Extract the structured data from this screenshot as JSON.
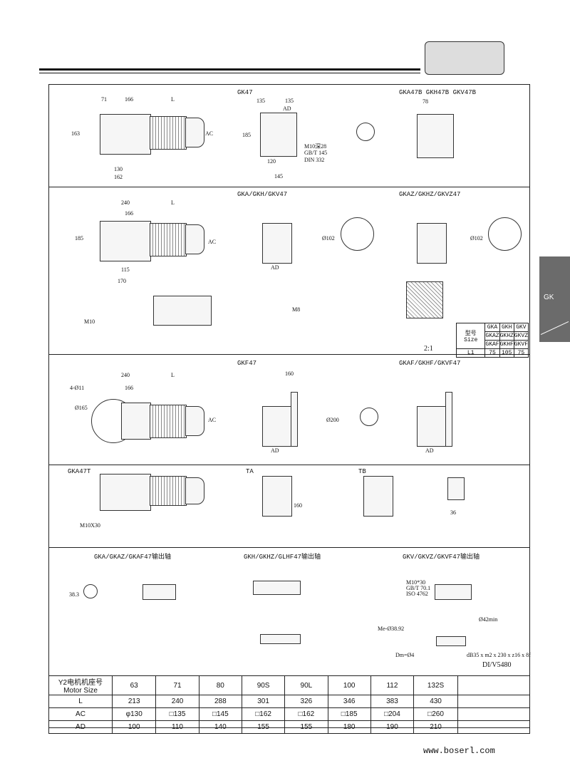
{
  "sections": {
    "gk47": "GK47",
    "gka47b": "GKA47B GKH47B GKV47B",
    "gka47": "GKA/GKH/GKV47",
    "gkaz47": "GKAZ/GKHZ/GKVZ47",
    "gkf47": "GKF47",
    "gkaf47": "GKAF/GKHF/GKVF47",
    "gka47t": "GKA47T",
    "ta": "TA",
    "tb": "TB",
    "shaft_gka": "GKA/GKAZ/GKAF47输出轴",
    "shaft_gkh": "GKH/GKHZ/GLHF47输出轴",
    "shaft_gkv": "GKV/GKVZ/GKVF47输出轴"
  },
  "dims": {
    "d71": "71",
    "d166": "166",
    "L": "L",
    "d163": "163",
    "d130": "130",
    "d162": "162",
    "AC": "AC",
    "d135a": "135",
    "d135b": "135",
    "AD": "AD",
    "d185": "185",
    "d120": "120",
    "d145": "145",
    "m10": "M10深28",
    "gbt": "GB/T 145",
    "din": "DIN 332",
    "d78": "78",
    "d240": "240",
    "d170": "170",
    "d115": "115",
    "d102": "Ø102",
    "M10": "M10",
    "M8": "M8",
    "ratio": "2:1",
    "d4011": "4-Ø11",
    "d165": "Ø165",
    "d160": "160",
    "d200": "Ø200",
    "m10x30": "M10X30",
    "d36": "36",
    "d38": "38.3",
    "d42": "Ø42min",
    "spline": "dB35 x m2 x 230 x z16 x 8f",
    "di": "DI/V5480",
    "me": "Me-Ø38.92",
    "dm": "Dm=Ø4",
    "iso": "ISO 4762",
    "gbt70": "GB/T 70.1",
    "m10_30": "M10*30"
  },
  "size_table": {
    "header": "型号 Size",
    "cols": [
      [
        "GKA",
        "GKAZ",
        "GKAF"
      ],
      [
        "GKH",
        "GKHZ",
        "GKHF"
      ],
      [
        "GKV",
        "GKVZ",
        "GKVF"
      ]
    ],
    "row_label": "L1",
    "values": [
      "75",
      "105",
      "75"
    ]
  },
  "motor_table": {
    "header": "Y2电机机座号 Motor Size",
    "sizes": [
      "63",
      "71",
      "80",
      "90S",
      "90L",
      "100",
      "112",
      "132S"
    ],
    "rows": [
      {
        "label": "L",
        "values": [
          "213",
          "240",
          "288",
          "301",
          "326",
          "346",
          "383",
          "430"
        ]
      },
      {
        "label": "AC",
        "values": [
          "φ130",
          "□135",
          "□145",
          "□162",
          "□162",
          "□185",
          "□204",
          "□260"
        ]
      },
      {
        "label": "AD",
        "values": [
          "100",
          "110",
          "140",
          "155",
          "155",
          "180",
          "190",
          "210"
        ]
      }
    ]
  },
  "side_tab": "GK",
  "footer": "www.boserl.com"
}
